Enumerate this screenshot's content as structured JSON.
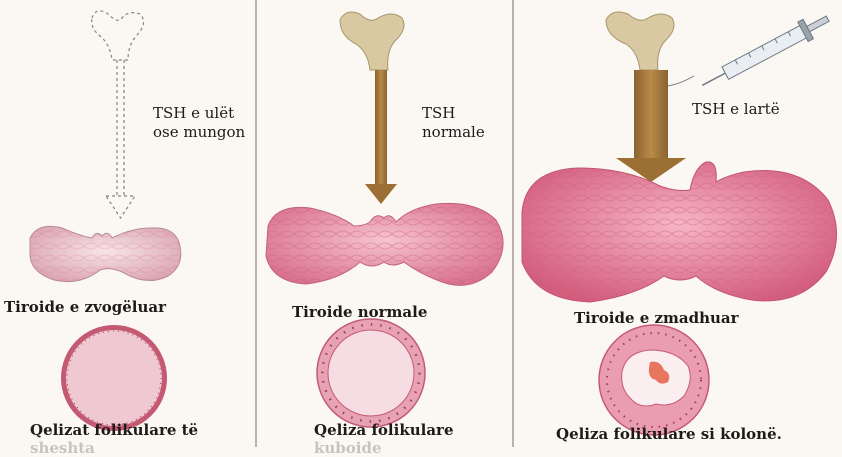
{
  "panels": [
    {
      "tsh_label_line1": "TSH e ulët",
      "tsh_label_line2": "ose mungon",
      "thyroid_label": "Tiroide e zvogëluar",
      "cell_label_line1": "Qelizat folikulare të",
      "cell_label_line2": "sheshta"
    },
    {
      "tsh_label_line1": "TSH",
      "tsh_label_line2": "normale",
      "thyroid_label": "Tiroide normale",
      "cell_label_line1": "Qeliza folikulare",
      "cell_label_line2": "kuboide"
    },
    {
      "tsh_label_line1": "TSH e lartë",
      "thyroid_label": "Tiroide e zmadhuar",
      "cell_label_line1": "Qeliza folikulare si kolonë."
    }
  ],
  "colors": {
    "background": "#fbf8f3",
    "pituitary": "#d8c9a3",
    "arrow_solid": "#a67a3c",
    "thyroid_pink": "#e58fa4",
    "thyroid_light": "#f2c4cf",
    "follicle_ring": "#c9697e"
  }
}
